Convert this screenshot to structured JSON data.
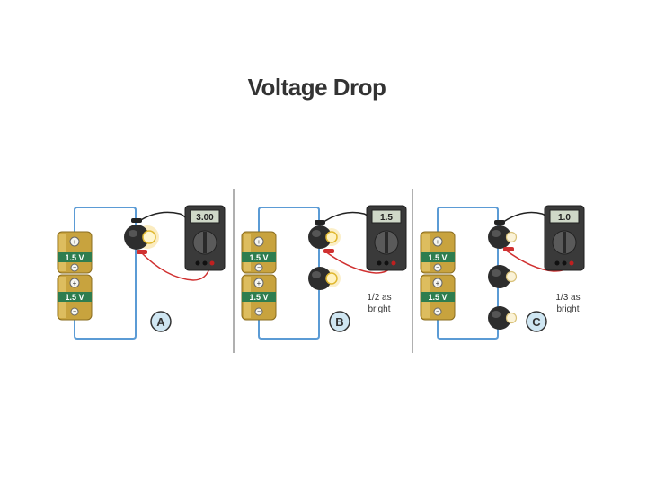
{
  "title": "Voltage Drop",
  "colors": {
    "wire": "#5b9bd5",
    "battery_body": "#c8a33e",
    "battery_band": "#2e7d4f",
    "meter_body": "#3a3a3a",
    "divider": "#b0b0b0",
    "label_circle": "#cfe6f2",
    "bulb_glow": "#f3c94a"
  },
  "panels": [
    {
      "label": "A",
      "battery_labels": [
        "1.5 V",
        "1.5 V"
      ],
      "meter_reading": "3.00",
      "note_lines": []
    },
    {
      "label": "B",
      "battery_labels": [
        "1.5 V",
        "1.5 V"
      ],
      "meter_reading": "1.5",
      "note_lines": [
        "1/2 as",
        "bright"
      ]
    },
    {
      "label": "C",
      "battery_labels": [
        "1.5 V",
        "1.5 V"
      ],
      "meter_reading": "1.0",
      "note_lines": [
        "1/3 as",
        "bright"
      ]
    }
  ]
}
